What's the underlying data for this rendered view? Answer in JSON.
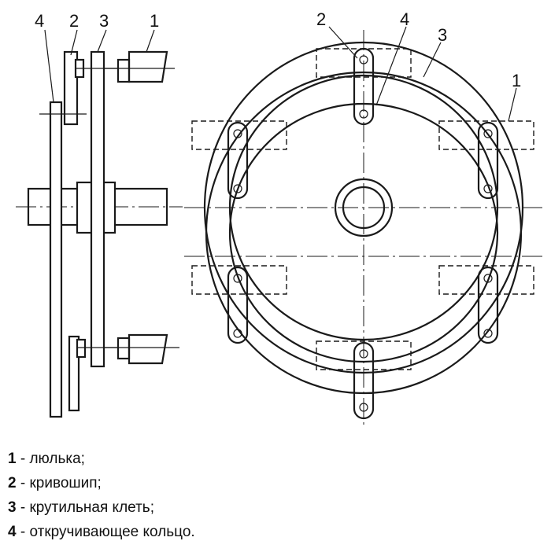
{
  "diagram": {
    "callouts_side": [
      "4",
      "2",
      "3",
      "1"
    ],
    "callouts_front": [
      "2",
      "4",
      "3",
      "1"
    ]
  },
  "legend": [
    {
      "num": "1",
      "text": " - люлька;"
    },
    {
      "num": "2",
      "text": " - кривошип;"
    },
    {
      "num": "3",
      "text": " - крутильная клеть;"
    },
    {
      "num": "4",
      "text": " - откручивающее кольцо."
    }
  ]
}
